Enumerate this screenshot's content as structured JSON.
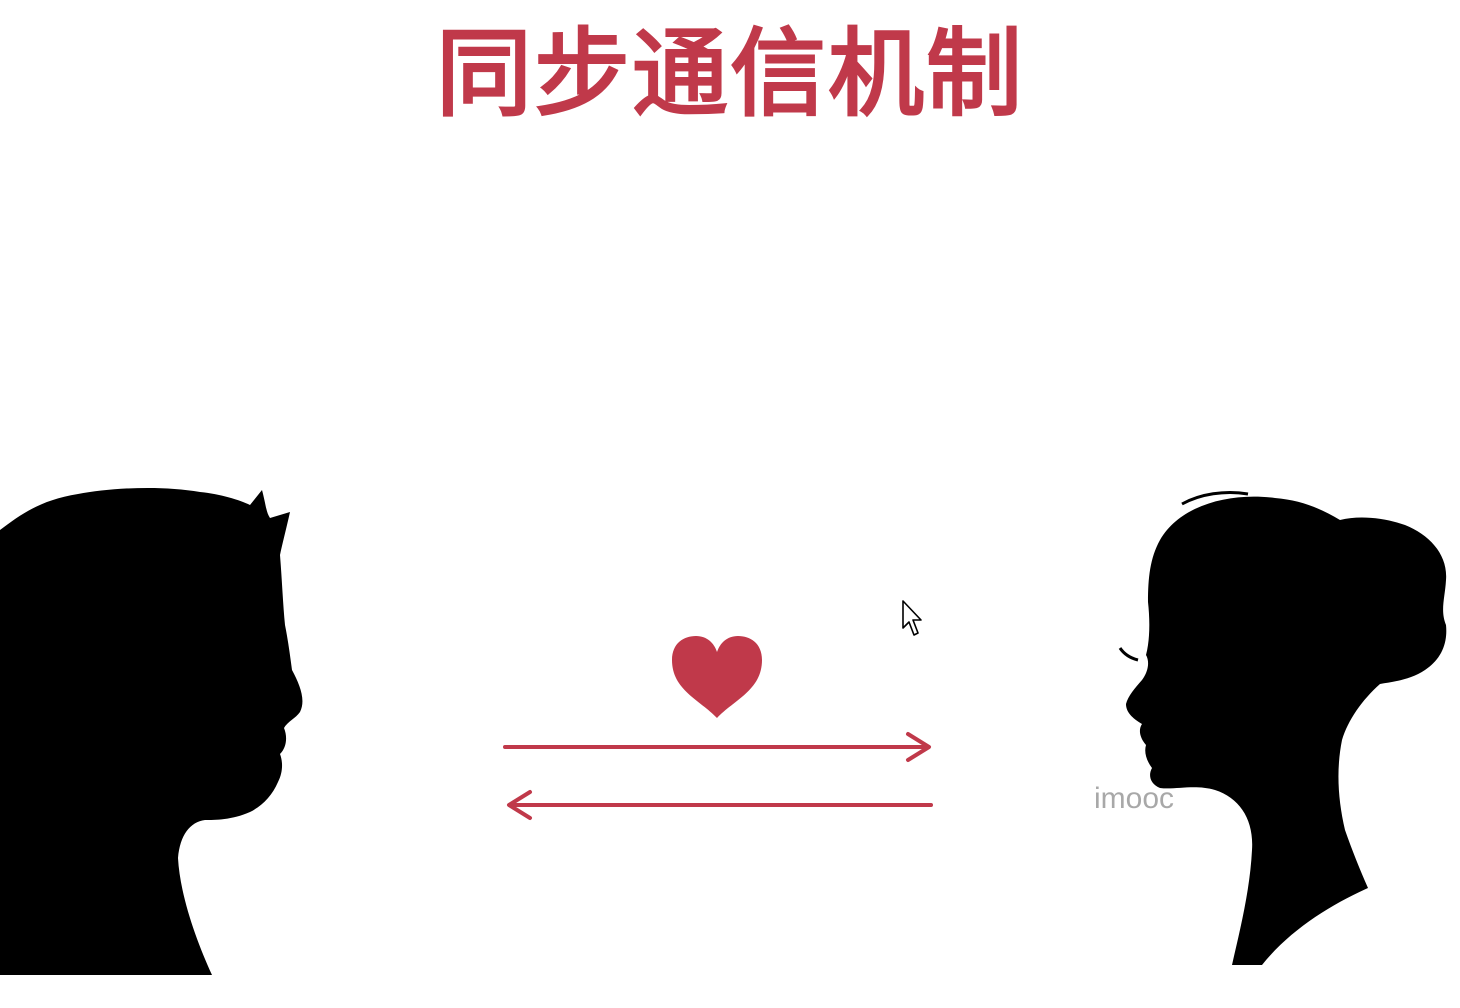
{
  "slide": {
    "title": "同步通信机制",
    "watermark": "imooc"
  },
  "colors": {
    "accent": "#c0394a",
    "silhouette": "#000000",
    "background": "#ffffff"
  },
  "icons": {
    "left_person": "man-silhouette-icon",
    "right_person": "woman-silhouette-icon",
    "heart": "heart-icon",
    "cursor": "mouse-pointer-icon"
  },
  "arrows": [
    {
      "direction": "right"
    },
    {
      "direction": "left"
    }
  ]
}
